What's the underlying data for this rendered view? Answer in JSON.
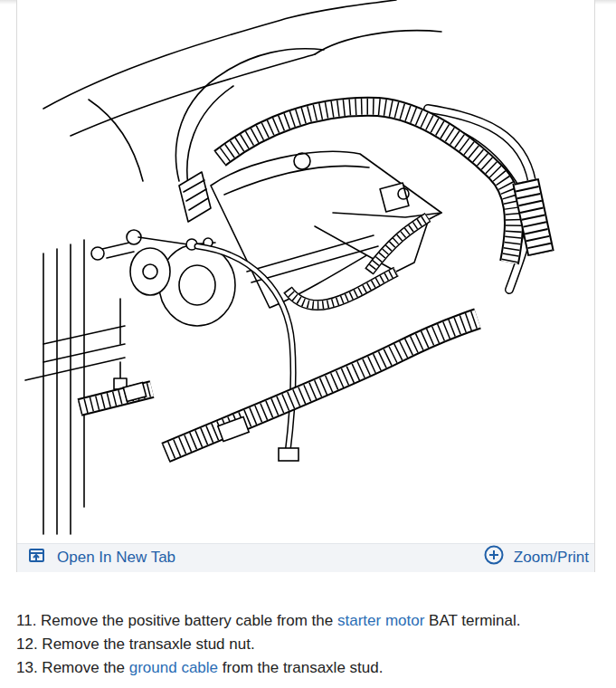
{
  "diagram": {
    "labels": [
      "Open In New Tab",
      "Zoom/Print",
      "11. Remove the positive battery cable from the",
      "starter motor",
      "BAT terminal.",
      "12. Remove the transaxle stud nut.",
      "13. Remove the",
      "ground cable",
      "from the transaxle stud."
    ]
  }
}
